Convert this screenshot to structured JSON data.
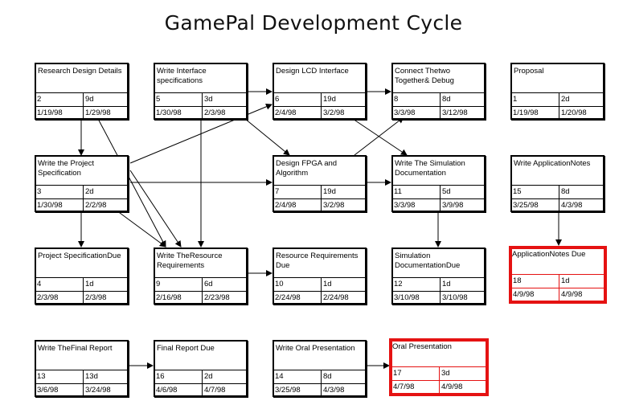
{
  "title": "GamePal Development Cycle",
  "colors": {
    "border": "#000000",
    "critical": "#e51212",
    "background": "#ffffff"
  },
  "tasks": {
    "research": {
      "name": "Research Design Details",
      "id": "2",
      "dur": "9d",
      "start": "1/19/98",
      "end": "1/29/98"
    },
    "iface_spec": {
      "name": "Write Interface specifications",
      "id": "5",
      "dur": "3d",
      "start": "1/30/98",
      "end": "2/3/98"
    },
    "lcd": {
      "name": "Design LCD Interface",
      "id": "6",
      "dur": "19d",
      "start": "2/4/98",
      "end": "3/2/98"
    },
    "connect": {
      "name": "Connect Thetwo Together& Debug",
      "id": "8",
      "dur": "8d",
      "start": "3/3/98",
      "end": "3/12/98"
    },
    "proposal": {
      "name": "Proposal",
      "id": "1",
      "dur": "2d",
      "start": "1/19/98",
      "end": "1/20/98"
    },
    "proj_spec": {
      "name": "Write the Project Specification",
      "id": "3",
      "dur": "2d",
      "start": "1/30/98",
      "end": "2/2/98"
    },
    "fpga": {
      "name": "Design FPGA and Algorithm",
      "id": "7",
      "dur": "19d",
      "start": "2/4/98",
      "end": "3/2/98"
    },
    "sim_doc": {
      "name": "Write The Simulation Documentation",
      "id": "11",
      "dur": "5d",
      "start": "3/3/98",
      "end": "3/9/98"
    },
    "app_notes": {
      "name": "Write ApplicationNotes",
      "id": "15",
      "dur": "8d",
      "start": "3/25/98",
      "end": "4/3/98"
    },
    "proj_spec_due": {
      "name": "Project SpecificationDue",
      "id": "4",
      "dur": "1d",
      "start": "2/3/98",
      "end": "2/3/98"
    },
    "resource_req": {
      "name": "Write TheResource Requirements",
      "id": "9",
      "dur": "6d",
      "start": "2/16/98",
      "end": "2/23/98"
    },
    "resource_due": {
      "name": "Resource Requirements Due",
      "id": "10",
      "dur": "1d",
      "start": "2/24/98",
      "end": "2/24/98"
    },
    "sim_due": {
      "name": "Simulation DocumentationDue",
      "id": "12",
      "dur": "1d",
      "start": "3/10/98",
      "end": "3/10/98"
    },
    "app_notes_due": {
      "name": "ApplicationNotes Due",
      "id": "18",
      "dur": "1d",
      "start": "4/9/98",
      "end": "4/9/98"
    },
    "final_report": {
      "name": "Write TheFinal Report",
      "id": "13",
      "dur": "13d",
      "start": "3/6/98",
      "end": "3/24/98"
    },
    "final_due": {
      "name": "Final Report Due",
      "id": "16",
      "dur": "2d",
      "start": "4/6/98",
      "end": "4/7/98"
    },
    "oral_write": {
      "name": "Write Oral Presentation",
      "id": "14",
      "dur": "8d",
      "start": "3/25/98",
      "end": "4/3/98"
    },
    "oral_pres": {
      "name": "Oral Presentation",
      "id": "17",
      "dur": "3d",
      "start": "4/7/98",
      "end": "4/9/98"
    }
  }
}
